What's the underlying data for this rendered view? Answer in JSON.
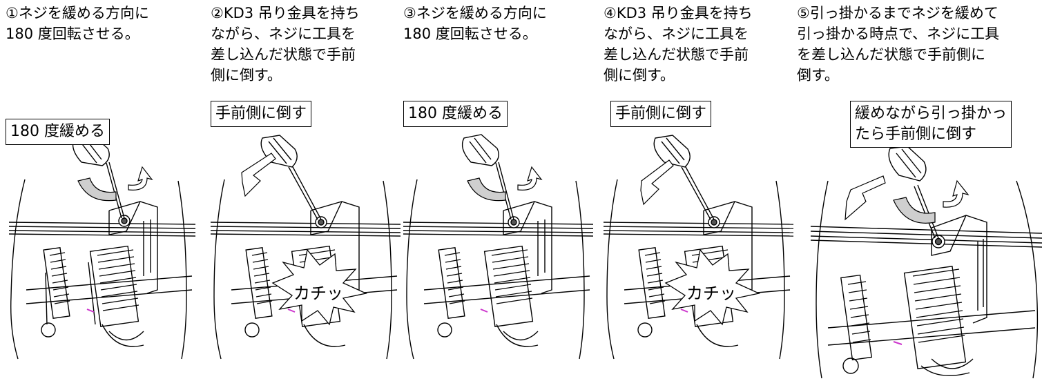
{
  "steps": [
    {
      "text": "①ネジを緩める方向に\n180 度回転させる。",
      "callout": "180 度緩める",
      "tilt": false,
      "click": false
    },
    {
      "text": "②KD3 吊り金具を持ち\nながら、ネジに工具を\n差し込んだ状態で手前\n側に倒す。",
      "callout": "手前側に倒す",
      "tilt": true,
      "click": true,
      "click_text": "カチッ"
    },
    {
      "text": "③ネジを緩める方向に\n180 度回転させる。",
      "callout": "180 度緩める",
      "tilt": false,
      "click": false
    },
    {
      "text": "④KD3 吊り金具を持ち\nながら、ネジに工具を\n差し込んだ状態で手前\n側に倒す。",
      "callout": "手前側に倒す",
      "tilt": true,
      "click": true,
      "click_text": "カチッ"
    },
    {
      "text": "⑤引っ掛かるまでネジを緩めて\n引っ掛かる時点で、ネジに工具\nを差し込んだ状態で手前側に\n倒す。",
      "callout": "緩めながら引っ掛かっ\nたら手前側に倒す",
      "tilt": true,
      "click": false
    }
  ],
  "colors": {
    "line": "#000000",
    "arrow_fill": "#cfcfcf",
    "marker": "#cc33cc"
  }
}
